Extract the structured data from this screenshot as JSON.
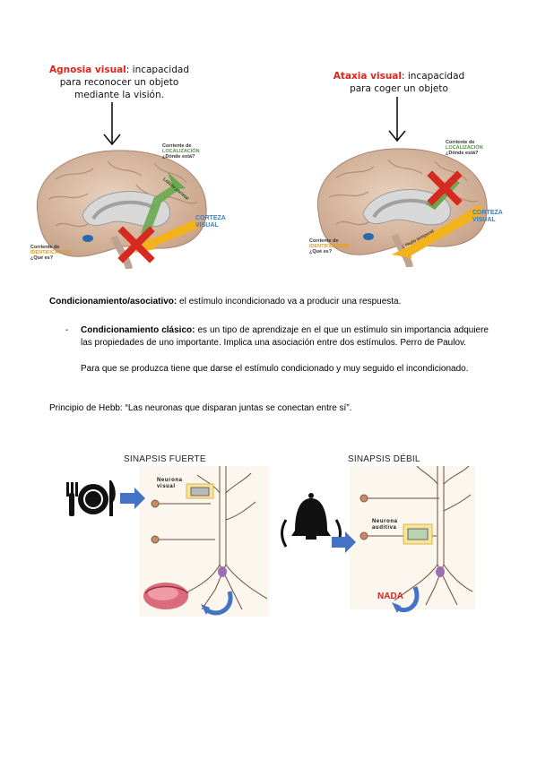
{
  "diagram1": {
    "term": "Agnosia visual",
    "text_line1": ": incapacidad",
    "text_line2": "para reconocer un objeto",
    "text_line3": "mediante la visión.",
    "stream_top_l1": "Corriente de",
    "stream_top_l2": "LOCALIZACIÓN",
    "stream_top_l3": "¿Dónde está?",
    "stream_bottom_l1": "Corriente de",
    "stream_bottom_l2": "IDENTIFICACIÓN",
    "stream_bottom_l3": "¿Qué es?",
    "lobe_label": "Lóbulo parietal",
    "cortex_l1": "CORTEZA",
    "cortex_l2": "VISUAL"
  },
  "diagram2": {
    "term": "Ataxia visual",
    "text_line1": ": incapacidad",
    "text_line2": "para coger un objeto",
    "stream_top_l1": "Corriente de",
    "stream_top_l2": "LOCALIZACIÓN",
    "stream_top_l3": "¿Dónde está?",
    "stream_bottom_l1": "Corriente de",
    "stream_bottom_l2": "IDENTIFICACIÓN",
    "stream_bottom_l3": "¿Qué es?",
    "lobe_label": "Lóbulo temporal",
    "cortex_l1": "CORTEZA",
    "cortex_l2": "VISUAL"
  },
  "text": {
    "cond_title": "Condicionamiento/asociativo:",
    "cond_body": " el estímulo incondicionado va a producir una respuesta.",
    "bullet": "-",
    "classic_title": "Condicionamiento clásico:",
    "classic_body": " es un tipo de aprendizaje en el que un estímulo sin importancia adquiere las propiedades de uno importante. Implica una asociación entre dos estímulos. Perro de Paulov.",
    "classic_para2": "Para que se produzca tiene que darse el estímulo condicionado y muy seguido el incondicionado.",
    "hebb": "Principio de Hebb: “Las neuronas que disparan juntas se conectan entre sí”."
  },
  "synapse": {
    "strong_title": "SINAPSIS FUERTE",
    "weak_title": "SINAPSIS DÉBIL",
    "strong_label_l1": "Neurona",
    "strong_label_l2": "visual",
    "weak_label_l1": "Neurona",
    "weak_label_l2": "auditiva",
    "nada": "NADA"
  },
  "colors": {
    "accent_red": "#e1241c",
    "arrow_blue": "#4472c4",
    "stream_green": "#6aa84f",
    "stream_orange": "#f2b21b",
    "cross_red": "#d62a20"
  }
}
